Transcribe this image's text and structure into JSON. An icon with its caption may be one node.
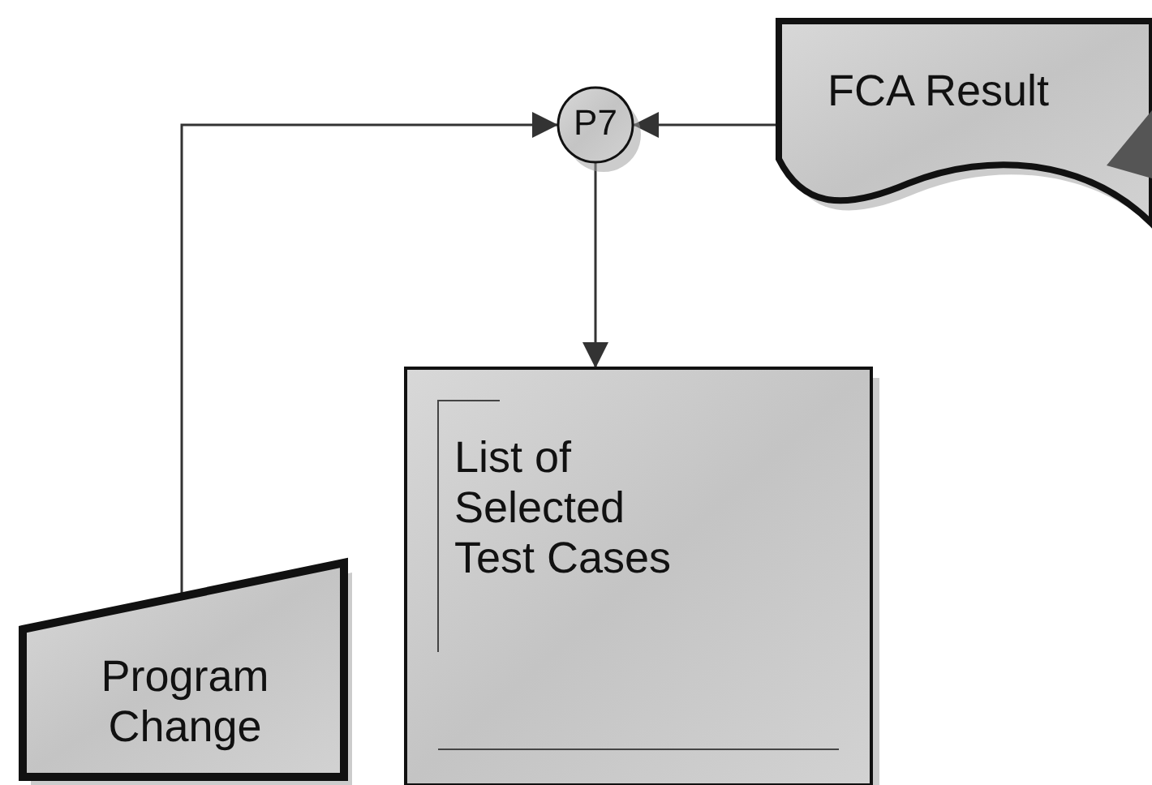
{
  "diagram": {
    "nodes": [
      {
        "text": [
          "P7"
        ]
      },
      {
        "text": [
          "FCA Result"
        ]
      },
      {
        "text": [
          "List of Selected Test Cases"
        ]
      },
      {
        "text": [
          "Program Change"
        ]
      }
    ],
    "edges": [
      {
        "from": 3,
        "to": 0,
        "arrow": "to"
      },
      {
        "from": 1,
        "to": 0,
        "arrow": "to"
      },
      {
        "from": 0,
        "to": 2,
        "arrow": "to"
      }
    ]
  }
}
